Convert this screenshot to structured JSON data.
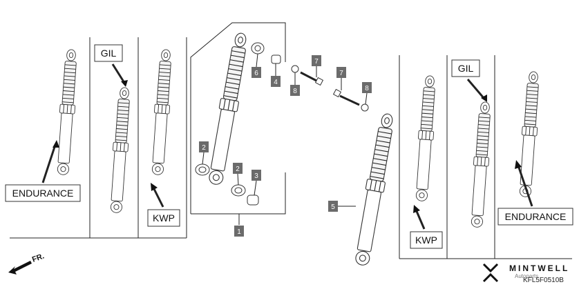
{
  "callouts": {
    "left_gil": "GIL",
    "left_endurance": "ENDURANCE",
    "left_kwp": "KWP",
    "right_gil": "GIL",
    "right_kwp": "KWP",
    "right_endurance": "ENDURANCE"
  },
  "part_numbers": {
    "p1": "1",
    "p2a": "2",
    "p2b": "2",
    "p3": "3",
    "p4": "4",
    "p5": "5",
    "p6": "6",
    "p7a": "7",
    "p7b": "7",
    "p8a": "8",
    "p8b": "8"
  },
  "orientation": {
    "label": "FR."
  },
  "brand": {
    "name": "MINTWELL",
    "watermark": "Autoparts",
    "code": "KFL5F0510B"
  },
  "colors": {
    "line": "#222222",
    "number_box": "#6b6b6b",
    "number_text": "#ffffff"
  },
  "icons": {
    "direction": "front-arrow-icon",
    "logo": "mintwell-logo-icon"
  }
}
